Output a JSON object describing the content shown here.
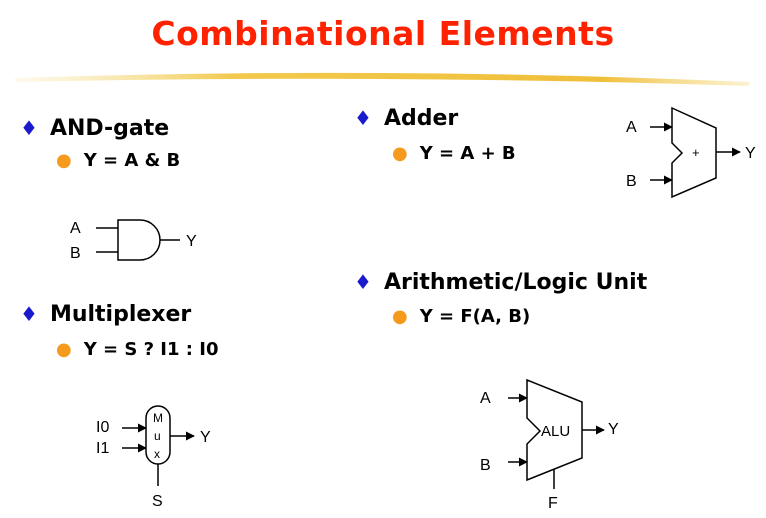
{
  "title": "Combinational Elements",
  "colors": {
    "title": "#ff2200",
    "bullet": "#1a1acc",
    "subbullet": "#f59a1c",
    "underline": "#f2c94c"
  },
  "icons": {
    "bullet": "diamond",
    "subbullet": "circle"
  },
  "and_gate": {
    "heading": "AND-gate",
    "equation": "Y = A & B",
    "inputs": [
      "A",
      "B"
    ],
    "output": "Y"
  },
  "multiplexer": {
    "heading": "Multiplexer",
    "equation": "Y = S ? I1 : I0",
    "inputs": [
      "I0",
      "I1"
    ],
    "body_letters": [
      "M",
      "u",
      "x"
    ],
    "select": "S",
    "output": "Y"
  },
  "adder": {
    "heading": "Adder",
    "equation": "Y = A + B",
    "inputs": [
      "A",
      "B"
    ],
    "op": "+",
    "output": "Y"
  },
  "alu": {
    "heading": "Arithmetic/Logic Unit",
    "equation": "Y = F(A, B)",
    "inputs": [
      "A",
      "B"
    ],
    "body": "ALU",
    "control": "F",
    "output": "Y"
  }
}
